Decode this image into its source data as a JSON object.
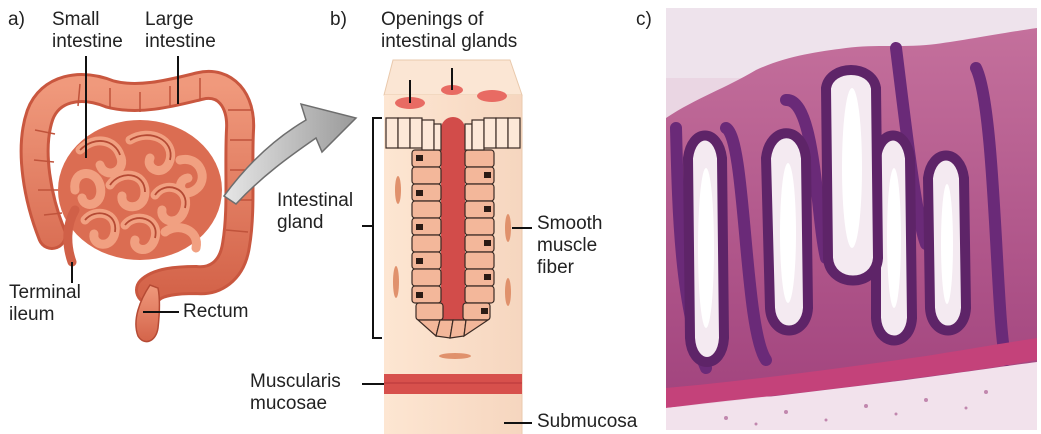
{
  "panels": {
    "a": {
      "letter": "a)",
      "labels": {
        "small_intestine": "Small\nintestine",
        "large_intestine": "Large\nintestine",
        "terminal_ileum": "Terminal\nileum",
        "rectum": "Rectum"
      }
    },
    "b": {
      "letter": "b)",
      "labels": {
        "openings": "Openings of\nintestinal glands",
        "intestinal_gland": "Intestinal\ngland",
        "smooth_muscle": "Smooth\nmuscle\nfiber",
        "muscularis": "Muscularis\nmucosae",
        "submucosa": "Submucosa"
      }
    },
    "c": {
      "letter": "c)"
    }
  },
  "colors": {
    "intestine": "#e2775c",
    "intestine_dark": "#c2543c",
    "tissue_bg": "#fbe3cc",
    "lumen": "#e0585a",
    "cell_fill": "#f3b79a",
    "stain_pink": "#c8609a",
    "stain_purple": "#6a2a78",
    "arrow_gray": "#8c8c8c"
  }
}
